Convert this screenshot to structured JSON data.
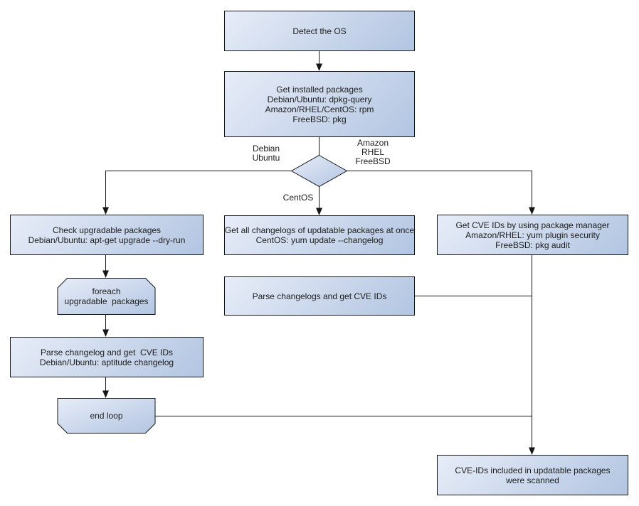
{
  "colors": {
    "background": "#ffffff",
    "fill_light": "#e7edf8",
    "fill_dark": "#b2c5e1",
    "border": "#161616",
    "line": "#161616",
    "text": "#1c1c1c"
  },
  "nodes": {
    "detect_os": {
      "lines": [
        "Detect the OS"
      ]
    },
    "get_installed_packages": {
      "lines": [
        "Get installed packages",
        "Debian/Ubuntu: dpkg-query",
        "Amazon/RHEL/CentOS: rpm",
        "FreeBSD: pkg"
      ]
    },
    "check_upgradable_packages": {
      "lines": [
        "Check upgradable packages",
        "Debian/Ubuntu: apt-get upgrade --dry-run"
      ]
    },
    "foreach_loop": {
      "lines": [
        "foreach",
        "upgradable  packages"
      ]
    },
    "parse_changelog_debian": {
      "lines": [
        "Parse changelog and get  CVE IDs",
        "Debian/Ubuntu: aptitude changelog"
      ]
    },
    "end_loop": {
      "lines": [
        "end loop"
      ]
    },
    "get_all_changelogs": {
      "lines": [
        "Get all changelogs of updatable packages at once",
        "CentOS: yum update --changelog"
      ]
    },
    "parse_changelogs_centos": {
      "lines": [
        "Parse changelogs and get CVE IDs"
      ]
    },
    "get_cve_ids_pkg_manager": {
      "lines": [
        "Get CVE IDs by using package manager",
        "Amazon/RHEL: yum plugin security",
        "FreeBSD: pkg audit"
      ]
    },
    "scan_result": {
      "lines": [
        "CVE-IDs included in updatable packages",
        "were scanned"
      ]
    }
  },
  "edge_labels": {
    "debian_branch": {
      "lines": [
        "Debian",
        "Ubuntu"
      ]
    },
    "amazon_branch": {
      "lines": [
        "Amazon",
        "RHEL",
        "FreeBSD"
      ]
    },
    "centos_branch": {
      "lines": [
        "CentOS"
      ]
    }
  }
}
